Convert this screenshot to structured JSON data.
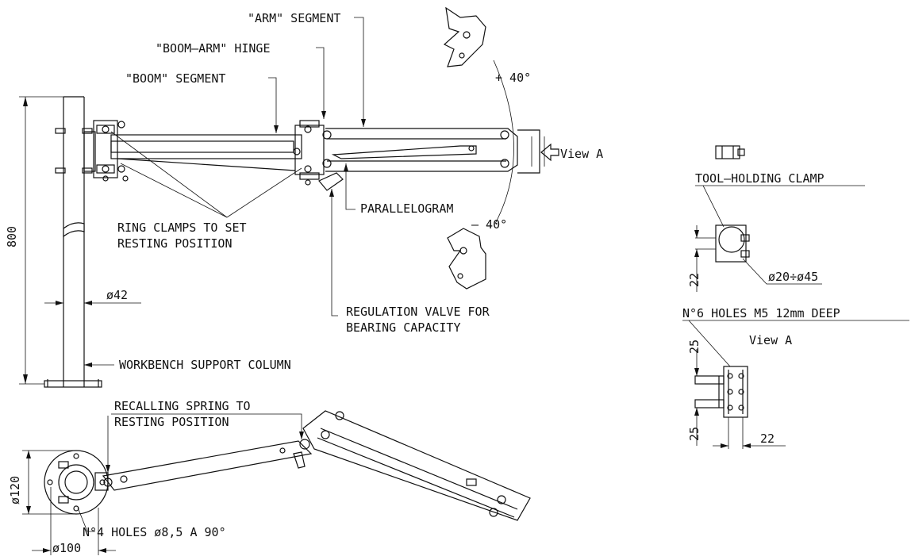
{
  "labels": {
    "arm_segment": "\"ARM\" SEGMENT",
    "boom_arm_hinge": "\"BOOM–ARM\" HINGE",
    "boom_segment": "\"BOOM\" SEGMENT",
    "ring_clamps_1": "RING CLAMPS TO SET",
    "ring_clamps_2": "RESTING POSITION",
    "parallelogram": "PARALLELOGRAM",
    "regulation_valve_1": "REGULATION VALVE FOR",
    "regulation_valve_2": "BEARING CAPACITY",
    "workbench_column": "WORKBENCH SUPPORT COLUMN",
    "recalling_spring_1": "RECALLING SPRING TO",
    "recalling_spring_2": "RESTING POSITION",
    "holes_4": "N°4 HOLES ø8,5 A 90°",
    "tool_holding_clamp": "TOOL–HOLDING CLAMP",
    "holes_6": "N°6 HOLES M5 12mm DEEP",
    "view_a_arrow": "View A",
    "view_a_title": "View A"
  },
  "dimensions": {
    "column_height": "800",
    "column_diameter": "ø42",
    "angle_up": "+ 40°",
    "angle_down": "– 40°",
    "base_diameter_120": "ø120",
    "base_diameter_100": "ø100",
    "clamp_height": "22",
    "clamp_range": "ø20÷ø45",
    "view_a_top": "25",
    "view_a_bottom": "25",
    "view_a_width": "22"
  }
}
